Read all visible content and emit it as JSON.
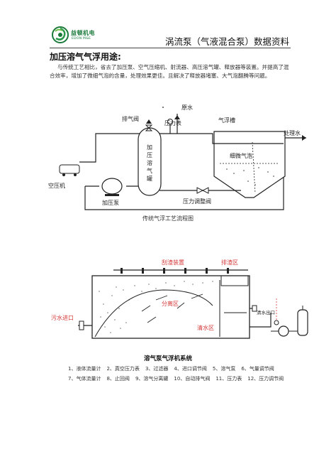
{
  "header": {
    "brand_name": "益顿机电",
    "brand_sub": "EDON M&E",
    "doc_title": "涡流泵（气液混合泵）数据资料"
  },
  "section": {
    "heading": "加压溶气气浮用途:",
    "paragraph": "与传统工艺相比，省去了加压泵、空气压缩机、射流器、高压溶气罐、释放器等装置。并提高了混合效率，增加了微细气泡的含量，处理效果更佳。且解决了释放器堵塞、大气泡翻腾等问题。"
  },
  "figure1": {
    "caption": "传统气浮工艺流程图",
    "labels": {
      "exhaust_valve": "排气阀",
      "pressure_gauge": "压力表",
      "raw_water": "原水",
      "float_tank": "气浮槽",
      "treated_water": "处理水",
      "tank": "加压溶气罐",
      "micro_bubbles": "细微气泡",
      "compressor": "空压机",
      "pump": "加压泵",
      "pressure_valve": "压力调整阀"
    }
  },
  "figure2": {
    "caption": "溶气泵气浮机系统",
    "labels": {
      "reflux_device": "刮渣装置",
      "slag_zone": "排渣区",
      "separation_zone": "分离区",
      "clear_zone": "清水区",
      "inlet": "污水进口",
      "clear_outlet": "清水出口"
    },
    "legend": [
      [
        "1、液体流量计",
        "2、真空压力表",
        "3、过滤器",
        "4、进口调节阀",
        "5、溶气泵",
        "6、气量调节阀"
      ],
      [
        "7、气体流量计",
        "8、止回阀",
        "9、溶气分离罐",
        "10、自动排气阀",
        "11、压力表",
        "12、压力调节阀"
      ]
    ]
  },
  "colors": {
    "brand_green": "#1a7a3a",
    "red_label": "#d43a3a",
    "line": "#222222"
  }
}
